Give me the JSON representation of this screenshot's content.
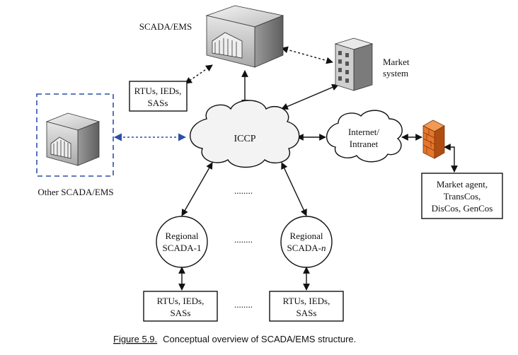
{
  "nodes": {
    "scada_ems": "SCADA/EMS",
    "market_system_line1": "Market",
    "market_system_line2": "system",
    "top_rtus_line1": "RTUs, IEDs,",
    "top_rtus_line2": "SASs",
    "iccp": "ICCP",
    "internet_line1": "Internet/",
    "internet_line2": "Intranet",
    "other_scada": "Other SCADA/EMS",
    "market_agent_line1": "Market agent,",
    "market_agent_line2": "TransCos,",
    "market_agent_line3": "DisCos, GenCos",
    "regional1_line1": "Regional",
    "regional1_line2": "SCADA-1",
    "regionaln_line1": "Regional",
    "regionaln_line2a": "SCADA-",
    "regionaln_line2b": "n",
    "bottom_left_rtus_line1": "RTUs, IEDs,",
    "bottom_left_rtus_line2": "SASs",
    "bottom_right_rtus_line1": "RTUs, IEDs,",
    "bottom_right_rtus_line2": "SASs",
    "ellipsis": "........"
  },
  "caption": {
    "label": "Figure 5.9.",
    "text": "Conceptual overview of SCADA/EMS structure."
  },
  "colors": {
    "ink": "#111111",
    "dashed_blue": "#2c4fa8",
    "firewall_orange": "#e8752a",
    "firewall_dark": "#b04d12"
  }
}
